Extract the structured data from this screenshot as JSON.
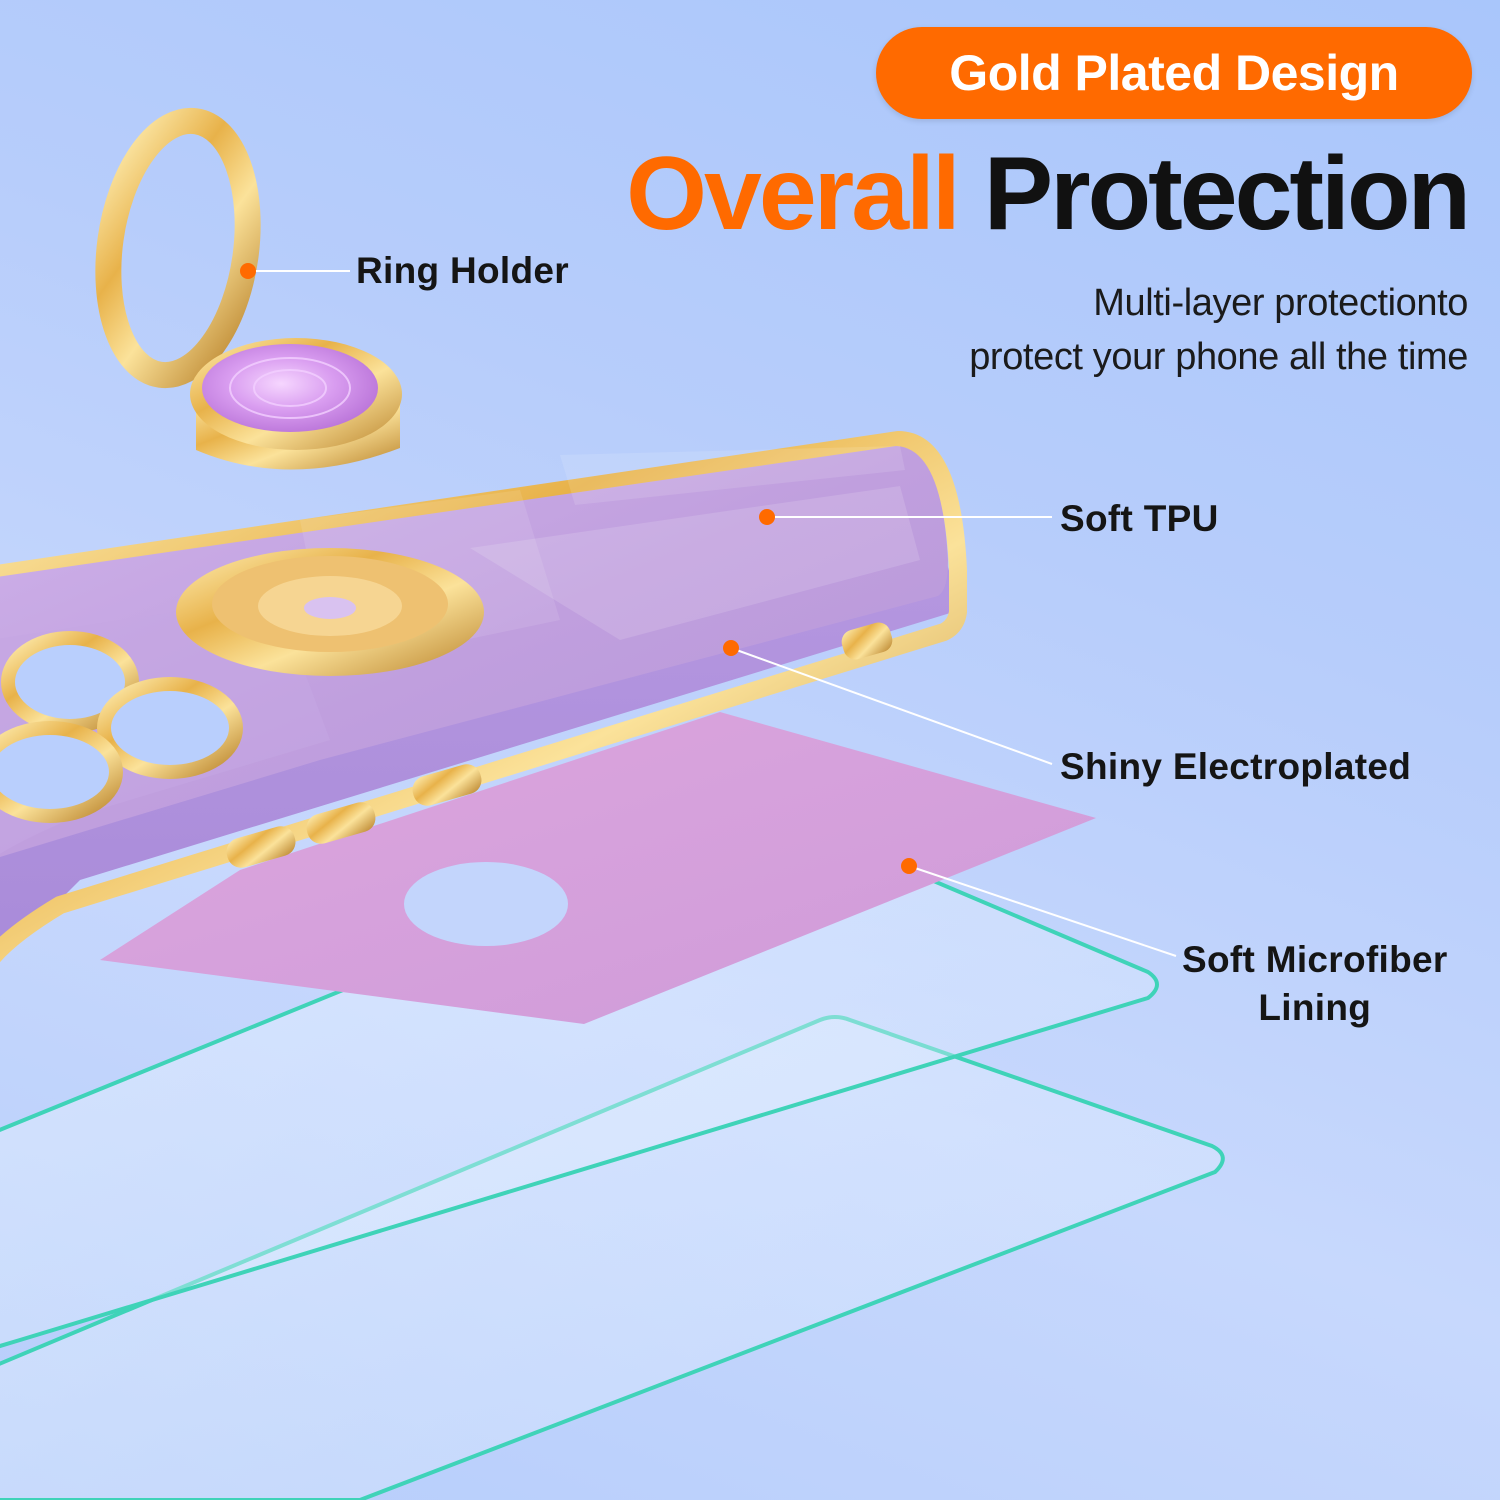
{
  "badge": {
    "text": "Gold Plated Design",
    "color": "#ff6a00"
  },
  "headline": {
    "accent": "Overall",
    "main": "Protection",
    "accent_color": "#ff6a00"
  },
  "subtitle": {
    "line1": "Multi-layer protectionto",
    "line2": "protect your phone all the time"
  },
  "callouts": {
    "ring_holder": "Ring Holder",
    "soft_tpu": "Soft TPU",
    "shiny_electroplated": "Shiny Electroplated",
    "microfiber_line1": "Soft Microfiber",
    "microfiber_line2": "Lining",
    "dot_color": "#ff6a00"
  },
  "colors": {
    "background": "#b7cdfb",
    "case_purple": "#c3a3df",
    "gold": "#f0c468",
    "lining": "#d7a3dc",
    "glass_edge": "#3fd3b8"
  },
  "icons": [
    "ring-holder-icon",
    "camera-lens-icon",
    "side-button-icon"
  ]
}
